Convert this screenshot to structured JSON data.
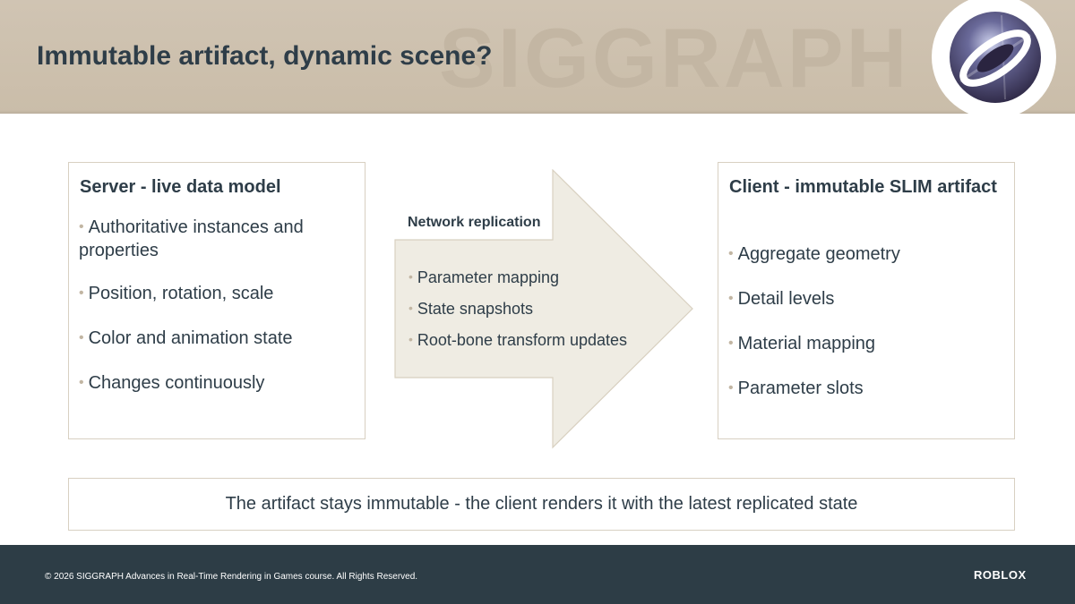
{
  "header": {
    "title": "Immutable artifact, dynamic scene?",
    "watermark": "SIGGRAPH",
    "logo_icon": "siggraph-logo-icon"
  },
  "server_box": {
    "heading": "Server - live data model",
    "bullets": [
      "Authoritative instances and properties",
      "Position, rotation, scale",
      "Color and animation state",
      "Changes continuously"
    ]
  },
  "network_arrow": {
    "label": "Network replication",
    "bullets": [
      "Parameter mapping",
      "State snapshots",
      "Root-bone transform updates"
    ]
  },
  "client_box": {
    "heading": "Client - immutable SLIM artifact",
    "bullets": [
      "Aggregate geometry",
      "Detail levels",
      "Material mapping",
      "Parameter slots"
    ]
  },
  "summary": {
    "text": "The artifact stays immutable - the client renders it with the latest replicated state"
  },
  "footer": {
    "copyright": "© 2026 SIGGRAPH Advances in Real-Time Rendering in Games course. All Rights Reserved.",
    "brand": "ROBLOX"
  },
  "colors": {
    "header_bg": "#cdc1af",
    "title_text": "#2e3d48",
    "bullet_dot": "#c2b6a3",
    "arrow_fill": "#efece3",
    "arrow_stroke": "#d8d0c0",
    "footer_bg": "#2d3d46"
  }
}
